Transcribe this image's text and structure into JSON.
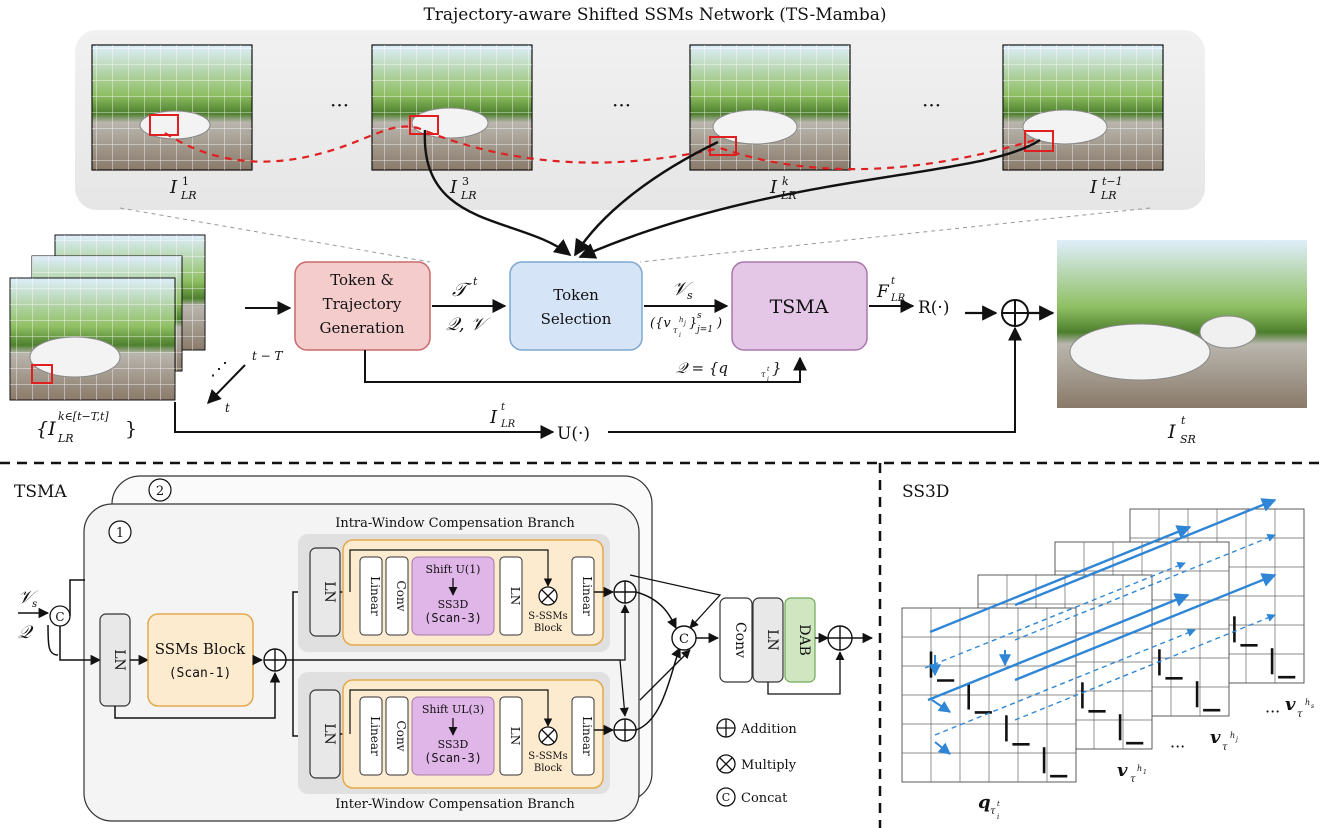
{
  "title": "Trajectory-aware Shifted SSMs Network (TS-Mamba)",
  "frames": {
    "ellipsis": "···",
    "labels": [
      "I",
      "I",
      "I",
      "I"
    ],
    "subs": [
      "LR",
      "LR",
      "LR",
      "LR"
    ],
    "sups": [
      "1",
      "3",
      "k",
      "t−1"
    ]
  },
  "input_stack": {
    "label_main": "{I",
    "label_sup": "k∈[t−T,t]",
    "label_sub": "LR",
    "label_close": "}",
    "axis_t_minus_T": "t − T",
    "axis_t": "t"
  },
  "blocks": {
    "token_gen": [
      "Token &",
      "Trajectory",
      "Generation"
    ],
    "token_sel": [
      "Token",
      "Selection"
    ],
    "tsma": "TSMA",
    "r_op": "R(·)",
    "u_op": "U(·)"
  },
  "edge_labels": {
    "T_t": "𝒯",
    "T_sup": "t",
    "QV": "𝒬, 𝒱",
    "Vs": "𝒱",
    "Vs_sub": "s",
    "vset": "({v",
    "vset_sub": "τ",
    "vset_hj": "h",
    "vset_j": "j",
    "vset_i": "i",
    "vset_close": "}",
    "vset_sup": "s",
    "vset_subj": "j=1",
    "vset_end": ")",
    "Q_eq": "𝒬 = {q",
    "Q_sub": "τ",
    "Q_subsub": "i",
    "Q_subsup": "t",
    "Q_close": "}",
    "F": "F",
    "F_sup": "t",
    "F_sub": "LR",
    "I_in": "I",
    "I_in_sup": "t",
    "I_in_sub": "LR",
    "SR": "I",
    "SR_sup": "t",
    "SR_sub": "SR"
  },
  "tsma_section": {
    "title": "TSMA",
    "num1": "1",
    "num2": "2",
    "vs": "𝒱",
    "vs_sub": "s",
    "q": "𝒬",
    "concat": "C",
    "ln": "LN",
    "ssms_block": "SSMs Block",
    "scan1": "(Scan-1)",
    "intra_title": "Intra-Window Compensation Branch",
    "inter_title": "Inter-Window Compensation Branch",
    "linear": "Linear",
    "conv": "Conv",
    "shift_u1": "Shift U(1)",
    "shift_ul3": "Shift UL(3)",
    "ss3d": "SS3D",
    "scan3": "(Scan-3)",
    "s_ssms": [
      "S-SSMs",
      "Block"
    ],
    "dab": "DAB",
    "legend": [
      "Addition",
      "Multiply",
      "Concat"
    ]
  },
  "ss3d_section": {
    "title": "SS3D",
    "q_label": "q",
    "q_sub": "τ",
    "q_subsub": "i",
    "q_subsup": "t",
    "v1": "v",
    "v1_sub": "τ",
    "v1_h": "h",
    "v1_hsub": "1",
    "vj": "v",
    "vj_h": "h",
    "vj_hsub": "j",
    "vs": "v",
    "vs_h": "h",
    "vs_hsub": "s",
    "ellipsis": "···"
  },
  "colors": {
    "token_gen_fill": "#f5cccc",
    "token_gen_stroke": "#c96a6a",
    "token_sel_fill": "#d5e5f7",
    "token_sel_stroke": "#7ea6d1",
    "tsma_fill": "#e4c6e6",
    "tsma_stroke": "#a878ab",
    "orange_fill": "#fdebcf",
    "orange_stroke": "#e3a94d",
    "purple_fill": "#e0b6e8",
    "dab_fill": "#cfe6c0",
    "dab_stroke": "#6ea857",
    "arrow_blue": "#2f86d6",
    "traj_red": "#e02020"
  }
}
